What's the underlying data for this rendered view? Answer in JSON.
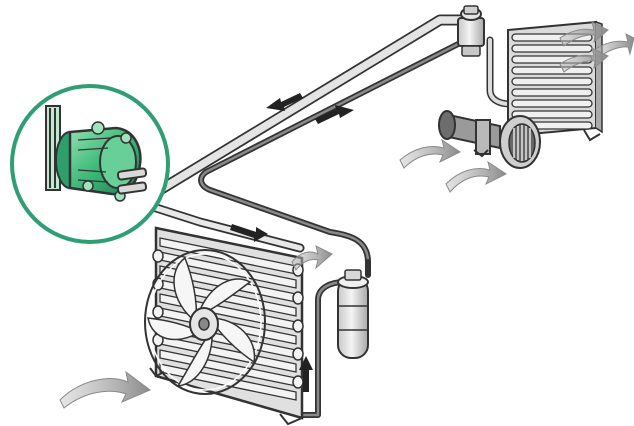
{
  "diagram": {
    "title": "",
    "components": [
      {
        "id": "compressor",
        "name": "compressor",
        "color": "#3cb878",
        "highlight": "inset-circle",
        "highlight_color": "#2e9e74"
      },
      {
        "id": "condenser",
        "name": "condenser"
      },
      {
        "id": "condenser-fan",
        "name": "condenser-fan"
      },
      {
        "id": "receiver-drier",
        "name": "receiver-drier"
      },
      {
        "id": "expansion-valve",
        "name": "expansion-valve"
      },
      {
        "id": "evaporator",
        "name": "evaporator"
      },
      {
        "id": "blower",
        "name": "blower"
      }
    ],
    "refrigerant_flow": {
      "arrow_color": "#222222",
      "directions": [
        "left",
        "up-right",
        "right",
        "up"
      ]
    },
    "air_flow": {
      "arrow_color": "#999999",
      "count": 7
    },
    "colors": {
      "line_stroke": "#333333",
      "pipe_fill": "#dcdcdc",
      "metal_fill": "#e9e9e9",
      "shadow": "#bdbdbd"
    }
  }
}
